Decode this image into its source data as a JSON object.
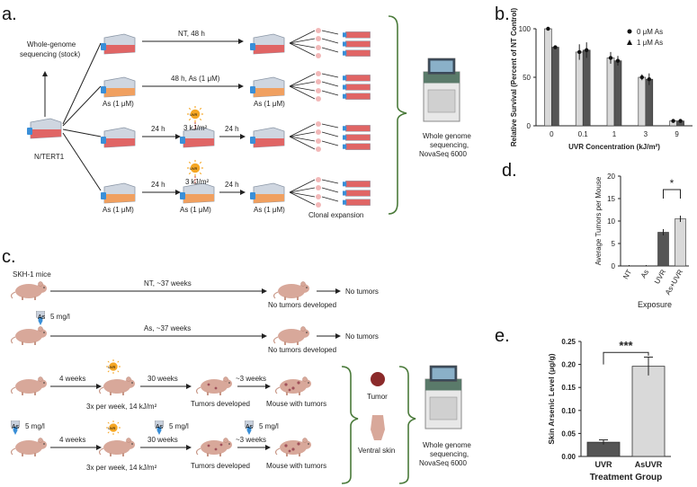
{
  "panels": {
    "a": "a.",
    "b": "b.",
    "c": "c.",
    "d": "d.",
    "e": "e."
  },
  "panel_a": {
    "wgs_stock": [
      "Whole-genome",
      "sequencing (stock)"
    ],
    "cell_line": "N/TERT1",
    "nt_48h": "NT, 48 h",
    "as_48h": "48 h, As (1 μM)",
    "as_1um": "As (1 μM)",
    "h24": "24 h",
    "dose": "3 kJ/m²",
    "uvr": "UVR",
    "clonal": "Clonal expansion",
    "wgs": [
      "Whole genome",
      "sequencing,",
      "NovaSeq 6000"
    ]
  },
  "panel_c": {
    "mice": "SKH-1 mice",
    "nt_37": "NT, ~37 weeks",
    "as_37": "As, ~37 weeks",
    "no_tumors_dev": "No tumors developed",
    "no_tumors": "No tumors",
    "as_dose": "As",
    "mgl": "5 mg/l",
    "w4": "4 weeks",
    "w30": "30 weeks",
    "w3": "~3 weeks",
    "freq": "3x per week, 14 kJ/m²",
    "tumors_dev": "Tumors developed",
    "mouse_tumors": "Mouse with tumors",
    "tumor": "Tumor",
    "ventral": "Ventral skin",
    "uvr": "UVR",
    "wgs": [
      "Whole genome",
      "sequencing,",
      "NovaSeq 6000"
    ]
  },
  "colors": {
    "red_cells": "#e06565",
    "orange_cells": "#f0a060",
    "flask_blue": "#3a8fd8",
    "bracket_green": "#4a7a3a",
    "mouse_pink": "#d8a89a",
    "uvr_yellow": "#f5a623",
    "dark_bar": "#555555",
    "light_bar": "#d9d9d9"
  },
  "chart_data": [
    {
      "id": "b",
      "type": "bar",
      "ylabel": "Relative Survival (Percent of NT Control)",
      "xlabel": "UVR Concentration (kJ/m²)",
      "categories": [
        "0",
        "0.1",
        "1",
        "3",
        "9"
      ],
      "series": [
        {
          "name": "0 μM As",
          "values": [
            100,
            76,
            70,
            50,
            5
          ],
          "errors": [
            1,
            8,
            6,
            3,
            2
          ],
          "color": "#d9d9d9"
        },
        {
          "name": "1 μM As",
          "values": [
            81,
            78,
            67,
            48,
            5
          ],
          "errors": [
            1,
            8,
            5,
            6,
            2
          ],
          "color": "#555555"
        }
      ],
      "ylim": [
        0,
        100
      ],
      "yticks": [
        0,
        50,
        100
      ],
      "legend": "top-right"
    },
    {
      "id": "d",
      "type": "bar",
      "ylabel": "Average Tumors per Mouse",
      "xlabel": "Exposure",
      "categories": [
        "NT",
        "As",
        "UVR",
        "As+UVR"
      ],
      "values": [
        0,
        0,
        7.5,
        10.5
      ],
      "errors": [
        0.2,
        0.2,
        0.7,
        0.7
      ],
      "colors": [
        "#555555",
        "#555555",
        "#555555",
        "#d9d9d9"
      ],
      "ylim": [
        0,
        20
      ],
      "yticks": [
        0,
        5,
        10,
        15,
        20
      ],
      "significance": {
        "pair": [
          "UVR",
          "As+UVR"
        ],
        "label": "*"
      }
    },
    {
      "id": "e",
      "type": "bar",
      "ylabel": "Skin Arsenic Level (μg/g)",
      "xlabel": "Treatment Group",
      "categories": [
        "UVR",
        "AsUVR"
      ],
      "values": [
        0.031,
        0.196
      ],
      "errors": [
        0.005,
        0.02
      ],
      "colors": [
        "#555555",
        "#d9d9d9"
      ],
      "ylim": [
        0,
        0.25
      ],
      "yticks": [
        "0.00",
        "0.05",
        "0.10",
        "0.15",
        "0.20",
        "0.25"
      ],
      "significance": {
        "pair": [
          "UVR",
          "AsUVR"
        ],
        "label": "***"
      }
    }
  ]
}
